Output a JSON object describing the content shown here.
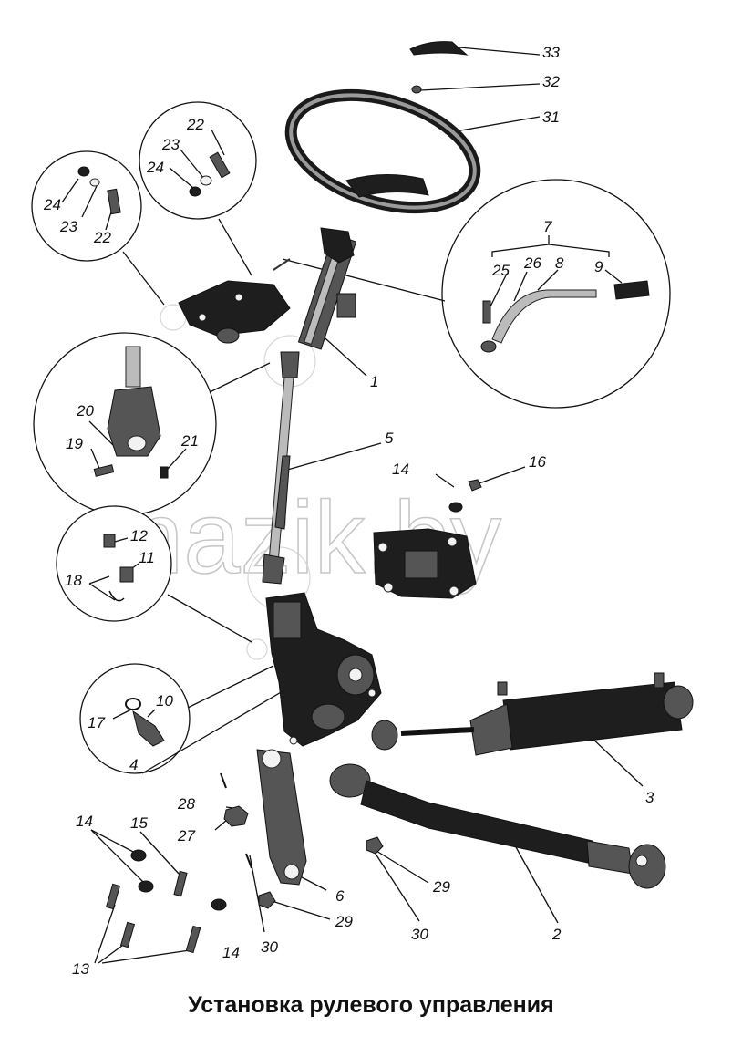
{
  "title": "Установка рулевого управления",
  "watermark": "mazik.by",
  "labels": {
    "l1": "1",
    "l2": "2",
    "l3": "3",
    "l4": "4",
    "l5": "5",
    "l6": "6",
    "l7": "7",
    "l8": "8",
    "l9": "9",
    "l10": "10",
    "l11": "11",
    "l12": "12",
    "l13": "13",
    "l14a": "14",
    "l14b": "14",
    "l14c": "14",
    "l15": "15",
    "l16": "16",
    "l17": "17",
    "l18": "18",
    "l19": "19",
    "l20": "20",
    "l21": "21",
    "l22a": "22",
    "l22b": "22",
    "l23a": "23",
    "l23b": "23",
    "l24a": "24",
    "l24b": "24",
    "l25": "25",
    "l26": "26",
    "l27": "27",
    "l28": "28",
    "l29a": "29",
    "l29b": "29",
    "l30a": "30",
    "l30b": "30",
    "l31": "31",
    "l32": "32",
    "l33": "33"
  }
}
